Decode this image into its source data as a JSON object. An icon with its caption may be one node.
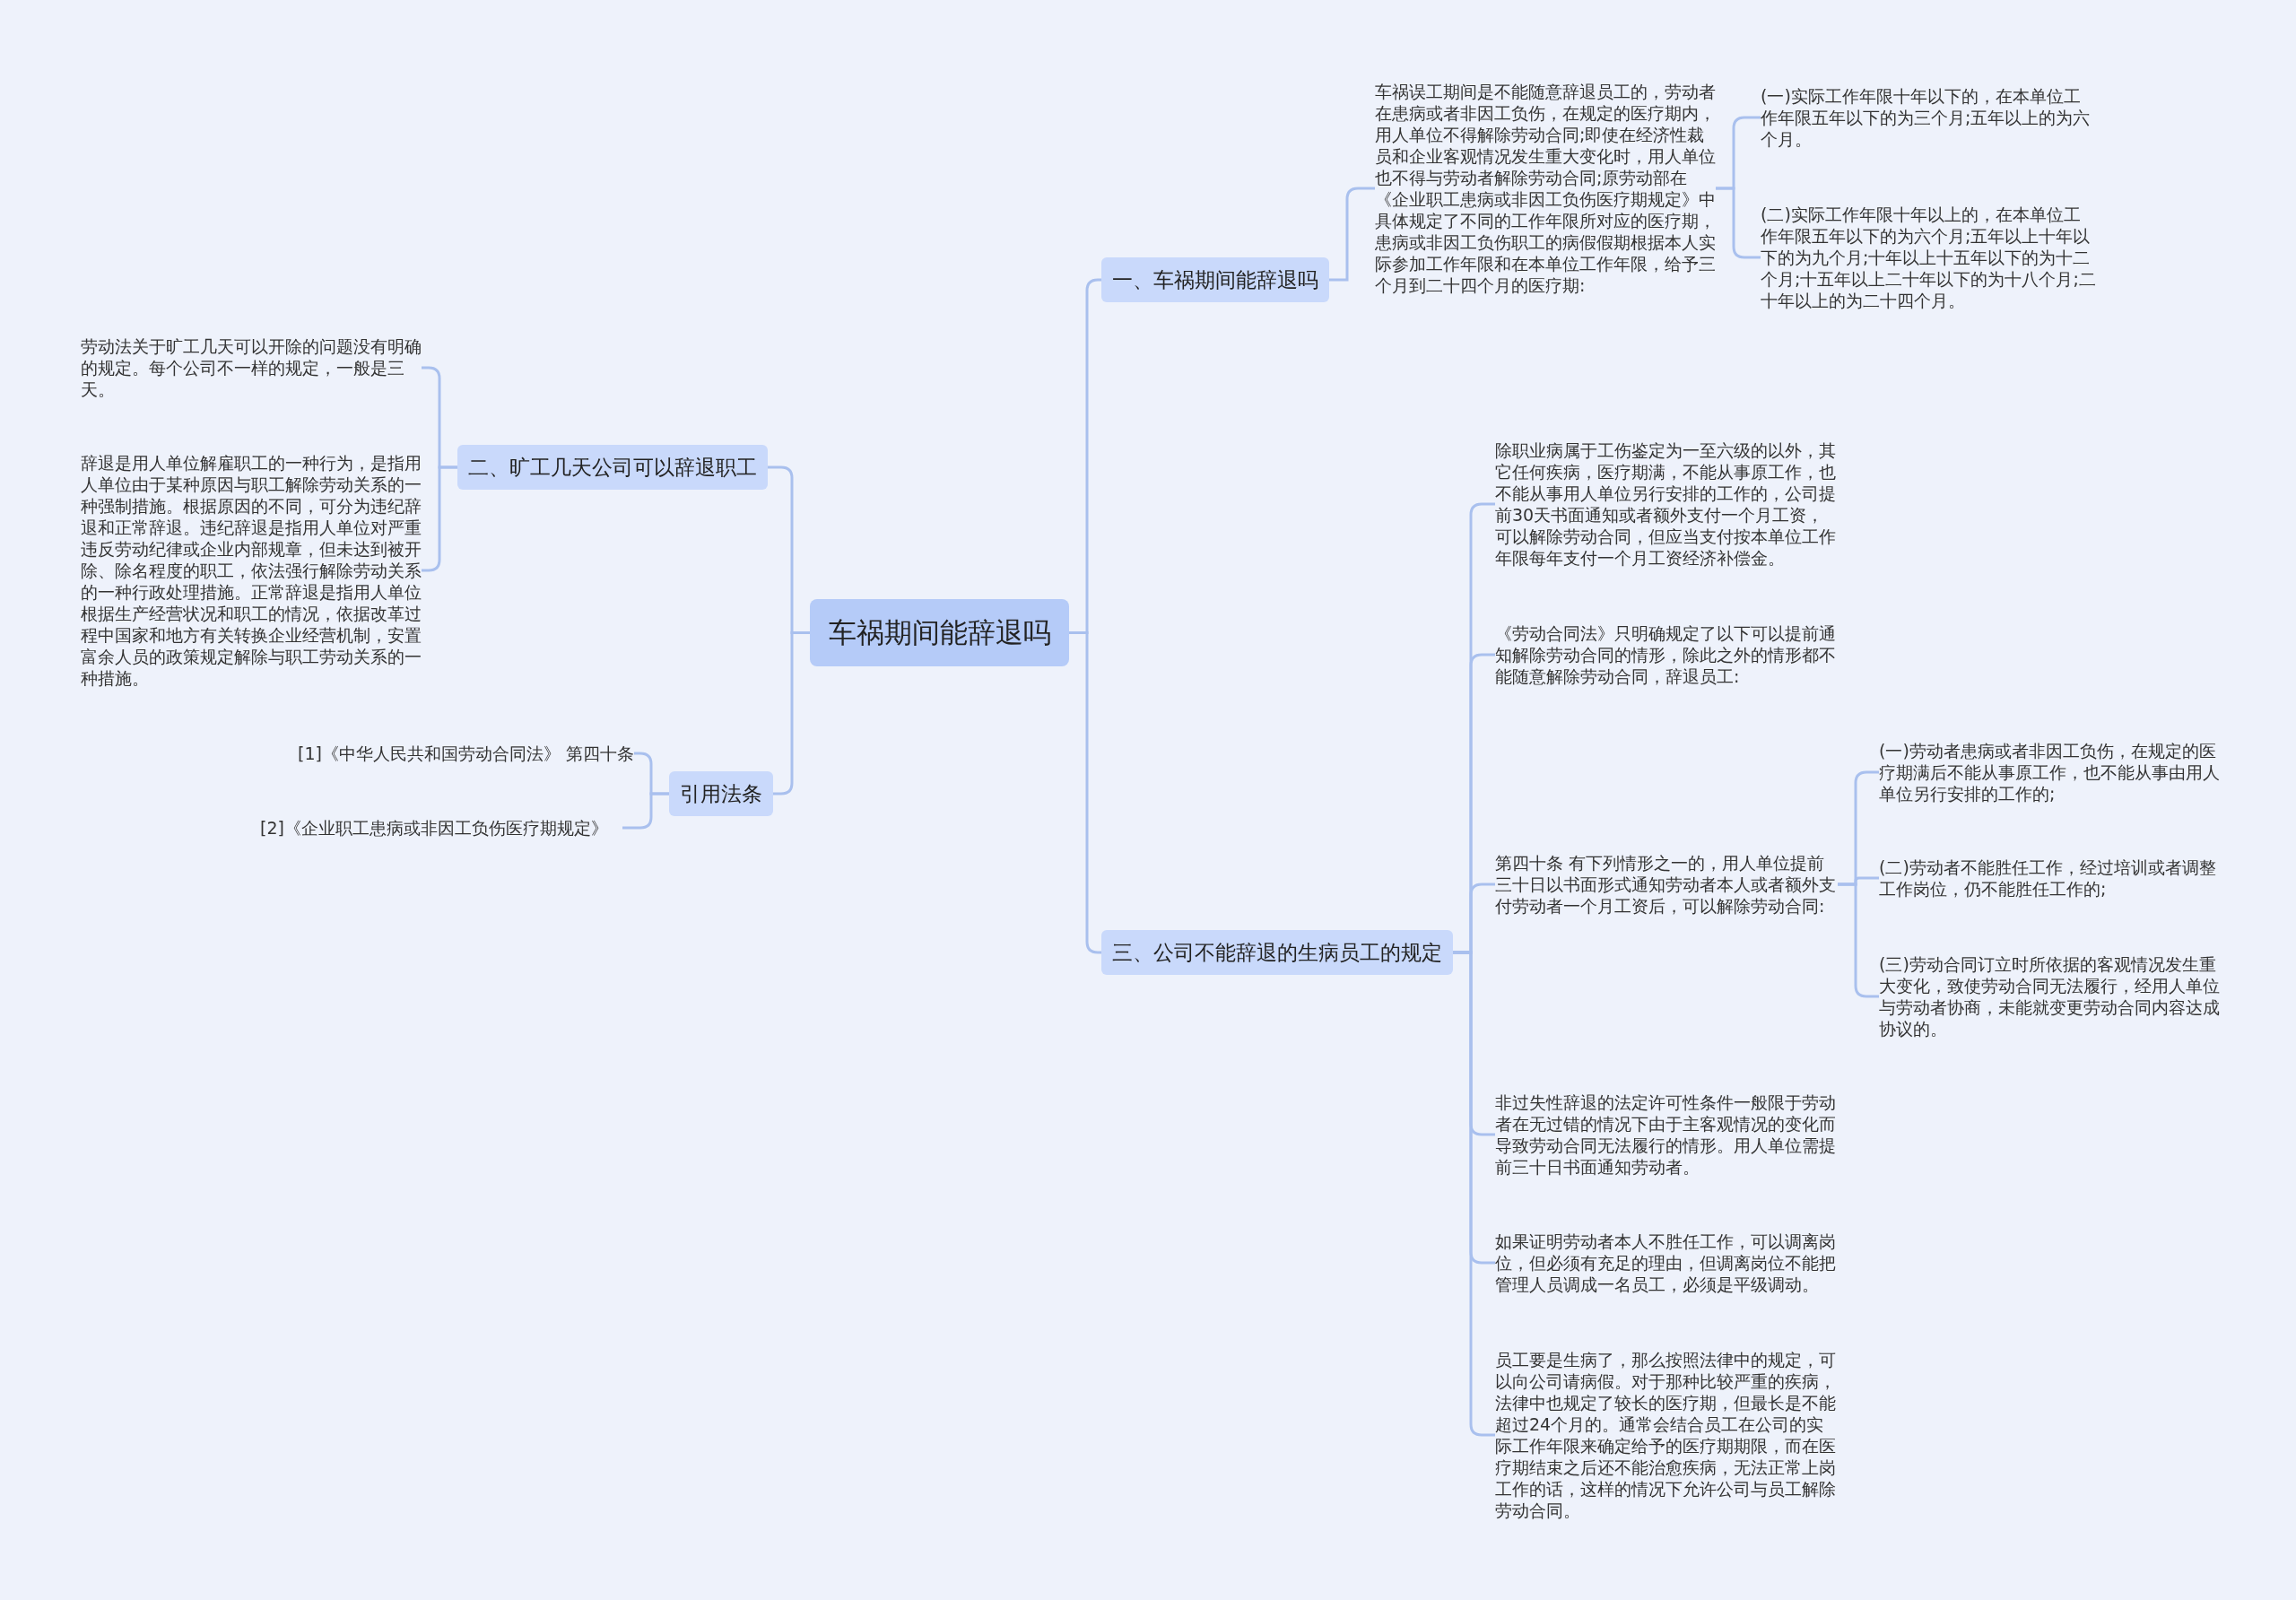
{
  "diagram": {
    "nodes": [
      {
        "text": [
          "车祸期间能辞退吗"
        ]
      },
      {
        "text": [
          "一、车祸期间能辞退吗"
        ]
      },
      {
        "text": [
          "车祸误工期间是不能随意辞退员工的，劳动者在患病或者非因工负伤，在规定的医疗期内，用人单位不得解除劳动合同;即使在经济性裁员和企业客观情况发生重大变化时，用人单位也不得与劳动者解除劳动合同;原劳动部在《企业职工患病或非因工负伤医疗期规定》中具体规定了不同的工作年限所对应的医疗期，患病或非因工负伤职工的病假假期根据本人实际参加工作年限和在本单位工作年限，给予三个月到二十四个月的医疗期:"
        ]
      },
      {
        "text": [
          "(一)实际工作年限十年以下的，在本单位工作年限五年以下的为三个月;五年以上的为六个月。"
        ]
      },
      {
        "text": [
          "(二)实际工作年限十年以上的，在本单位工作年限五年以下的为六个月;五年以上十年以下的为九个月;十年以上十五年以下的为十二个月;十五年以上二十年以下的为十八个月;二十年以上的为二十四个月。"
        ]
      },
      {
        "text": [
          "二、旷工几天公司可以辞退职工"
        ]
      },
      {
        "text": [
          "劳动法关于旷工几天可以开除的问题没有明确的规定。每个公司不一样的规定，一般是三天。"
        ]
      },
      {
        "text": [
          "辞退是用人单位解雇职工的一种行为，是指用人单位由于某种原因与职工解除劳动关系的一种强制措施。根据原因的不同，可分为违纪辞退和正常辞退。违纪辞退是指用人单位对严重违反劳动纪律或企业内部规章，但未达到被开除、除名程度的职工，依法强行解除劳动关系的一种行政处理措施。正常辞退是指用人单位根据生产经营状况和职工的情况，依据改革过程中国家和地方有关转换企业经营机制，安置富余人员的政策规定解除与职工劳动关系的一种措施。"
        ]
      },
      {
        "text": [
          "引用法条"
        ]
      },
      {
        "text": [
          "[1]《中华人民共和国劳动合同法》 第四十条"
        ]
      },
      {
        "text": [
          "[2]《企业职工患病或非因工负伤医疗期规定》"
        ]
      },
      {
        "text": [
          "三、公司不能辞退的生病员工的规定"
        ]
      },
      {
        "text": [
          "除职业病属于工伤鉴定为一至六级的以外，其它任何疾病，医疗期满，不能从事原工作，也不能从事用人单位另行安排的工作的，公司提前30天书面通知或者额外支付一个月工资，可以解除劳动合同，但应当支付按本单位工作年限每年支付一个月工资经济补偿金。"
        ]
      },
      {
        "text": [
          "《劳动合同法》只明确规定了以下可以提前通知解除劳动合同的情形，除此之外的情形都不能随意解除劳动合同，辞退员工:"
        ]
      },
      {
        "text": [
          "第四十条 有下列情形之一的，用人单位提前三十日以书面形式通知劳动者本人或者额外支付劳动者一个月工资后，可以解除劳动合同:"
        ]
      },
      {
        "text": [
          "(一)劳动者患病或者非因工负伤，在规定的医疗期满后不能从事原工作，也不能从事由用人单位另行安排的工作的;"
        ]
      },
      {
        "text": [
          "(二)劳动者不能胜任工作，经过培训或者调整工作岗位，仍不能胜任工作的;"
        ]
      },
      {
        "text": [
          "(三)劳动合同订立时所依据的客观情况发生重大变化，致使劳动合同无法履行，经用人单位与劳动者协商，未能就变更劳动合同内容达成协议的。"
        ]
      },
      {
        "text": [
          "非过失性辞退的法定许可性条件一般限于劳动者在无过错的情况下由于主客观情况的变化而导致劳动合同无法履行的情形。用人单位需提前三十日书面通知劳动者。"
        ]
      },
      {
        "text": [
          "如果证明劳动者本人不胜任工作，可以调离岗位，但必须有充足的理由，但调离岗位不能把管理人员调成一名员工，必须是平级调动。"
        ]
      },
      {
        "text": [
          "员工要是生病了，那么按照法律中的规定，可以向公司请病假。对于那种比较严重的疾病，法律中也规定了较长的医疗期，但最长是不能超过24个月的。通常会结合员工在公司的实际工作年限来确定给予的医疗期期限，而在医疗期结束之后还不能治愈疾病，无法正常上岗工作的话，这样的情况下允许公司与员工解除劳动合同。"
        ]
      }
    ],
    "edges": [
      {
        "from": 0,
        "to": 1,
        "arrow": "none"
      },
      {
        "from": 1,
        "to": 2,
        "arrow": "none"
      },
      {
        "from": 2,
        "to": 3,
        "arrow": "none"
      },
      {
        "from": 2,
        "to": 4,
        "arrow": "none"
      },
      {
        "from": 0,
        "to": 5,
        "arrow": "none"
      },
      {
        "from": 5,
        "to": 6,
        "arrow": "none"
      },
      {
        "from": 5,
        "to": 7,
        "arrow": "none"
      },
      {
        "from": 0,
        "to": 8,
        "arrow": "none"
      },
      {
        "from": 8,
        "to": 9,
        "arrow": "none"
      },
      {
        "from": 8,
        "to": 10,
        "arrow": "none"
      },
      {
        "from": 0,
        "to": 11,
        "arrow": "none"
      },
      {
        "from": 11,
        "to": 12,
        "arrow": "none"
      },
      {
        "from": 11,
        "to": 13,
        "arrow": "none"
      },
      {
        "from": 11,
        "to": 14,
        "arrow": "none"
      },
      {
        "from": 14,
        "to": 15,
        "arrow": "none"
      },
      {
        "from": 14,
        "to": 16,
        "arrow": "none"
      },
      {
        "from": 14,
        "to": 17,
        "arrow": "none"
      },
      {
        "from": 11,
        "to": 18,
        "arrow": "none"
      },
      {
        "from": 11,
        "to": 19,
        "arrow": "none"
      },
      {
        "from": 11,
        "to": 20,
        "arrow": "none"
      }
    ]
  }
}
